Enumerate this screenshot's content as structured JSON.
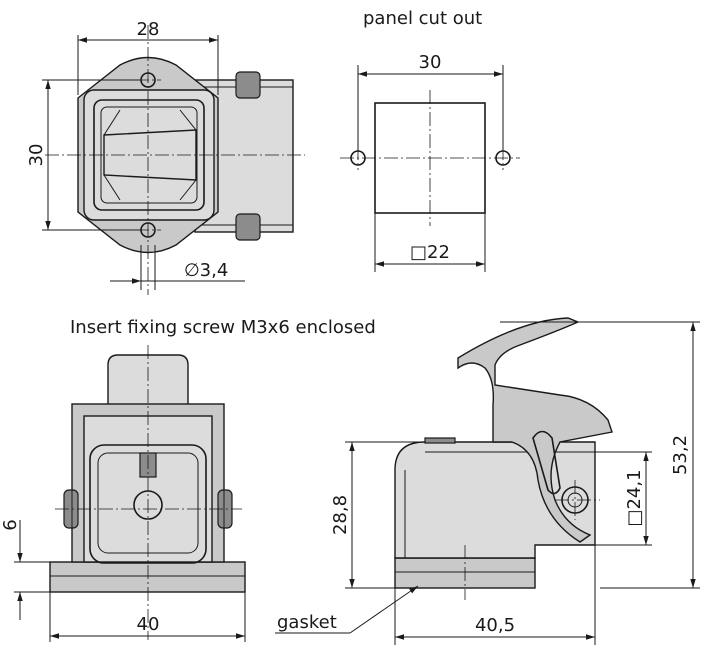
{
  "top_view": {
    "dim_width": "28",
    "dim_height": "30",
    "dim_hole": "∅3,4"
  },
  "cutout": {
    "title": "panel cut out",
    "dim_hole_spacing": "30",
    "dim_square": "□22"
  },
  "note": "Insert fixing screw M3x6 enclosed",
  "front_view": {
    "dim_base_height": "6",
    "dim_width": "40"
  },
  "side_view": {
    "dim_total_height": "53,2",
    "dim_body_height": "28,8",
    "dim_opening": "□24,1",
    "dim_width": "40,5",
    "gasket_label": "gasket"
  }
}
